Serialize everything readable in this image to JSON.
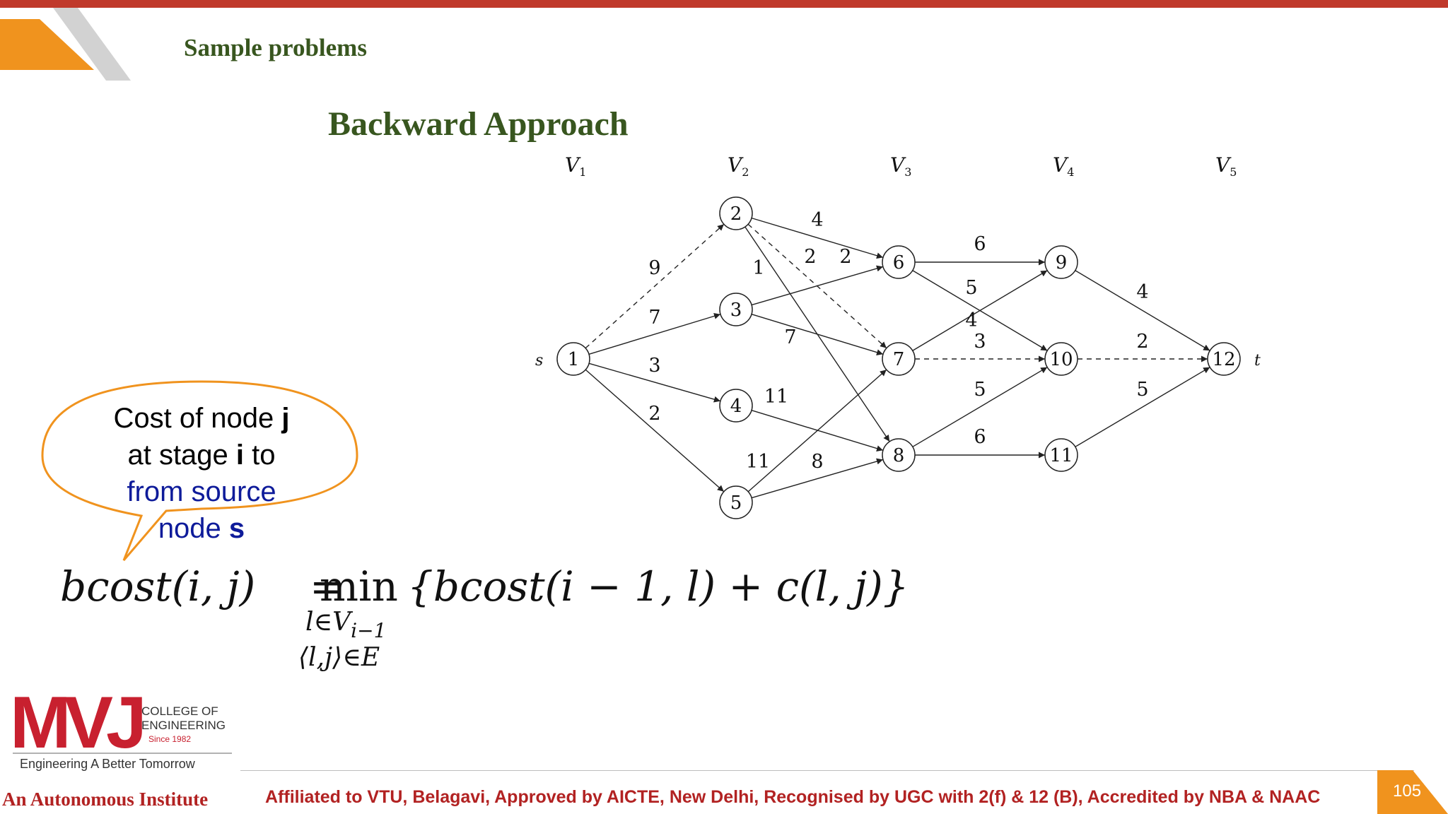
{
  "header": {
    "title": "Sample problems"
  },
  "slide": {
    "title": "Backward Approach"
  },
  "graph": {
    "stage_labels": [
      {
        "base": "V",
        "sub": "1"
      },
      {
        "base": "V",
        "sub": "2"
      },
      {
        "base": "V",
        "sub": "3"
      },
      {
        "base": "V",
        "sub": "4"
      },
      {
        "base": "V",
        "sub": "5"
      }
    ],
    "source_label": "s",
    "sink_label": "t",
    "nodes": [
      "1",
      "2",
      "3",
      "4",
      "5",
      "6",
      "7",
      "8",
      "9",
      "10",
      "11",
      "12"
    ],
    "edges": [
      {
        "from": "1",
        "to": "2",
        "weight": "9",
        "dashed": true
      },
      {
        "from": "1",
        "to": "3",
        "weight": "7",
        "dashed": false
      },
      {
        "from": "1",
        "to": "4",
        "weight": "3",
        "dashed": false
      },
      {
        "from": "1",
        "to": "5",
        "weight": "2",
        "dashed": false
      },
      {
        "from": "2",
        "to": "6",
        "weight": "4",
        "dashed": false
      },
      {
        "from": "2",
        "to": "7",
        "weight": "2",
        "dashed": true
      },
      {
        "from": "2",
        "to": "8",
        "weight": "1",
        "dashed": false
      },
      {
        "from": "3",
        "to": "6",
        "weight": "2",
        "dashed": false
      },
      {
        "from": "3",
        "to": "7",
        "weight": "7",
        "dashed": false
      },
      {
        "from": "4",
        "to": "8",
        "weight": "11",
        "dashed": false
      },
      {
        "from": "5",
        "to": "7",
        "weight": "11",
        "dashed": false
      },
      {
        "from": "5",
        "to": "8",
        "weight": "8",
        "dashed": false
      },
      {
        "from": "6",
        "to": "9",
        "weight": "6",
        "dashed": false
      },
      {
        "from": "6",
        "to": "10",
        "weight": "5",
        "dashed": false
      },
      {
        "from": "7",
        "to": "9",
        "weight": "4",
        "dashed": false
      },
      {
        "from": "7",
        "to": "10",
        "weight": "3",
        "dashed": true
      },
      {
        "from": "8",
        "to": "10",
        "weight": "5",
        "dashed": false
      },
      {
        "from": "8",
        "to": "11",
        "weight": "6",
        "dashed": false
      },
      {
        "from": "9",
        "to": "12",
        "weight": "4",
        "dashed": false
      },
      {
        "from": "10",
        "to": "12",
        "weight": "2",
        "dashed": true
      },
      {
        "from": "11",
        "to": "12",
        "weight": "5",
        "dashed": false
      }
    ]
  },
  "callout": {
    "l1a": "Cost of node ",
    "l1b": "j",
    "l2a": "at  stage ",
    "l2b": "i",
    "l2c": " to",
    "l3": "from  source",
    "l4a": "node ",
    "l4b": "s"
  },
  "formula": {
    "lhs": "bcost(i, j)",
    "eq": "=",
    "op": "min",
    "rhs": "{bcost(i − 1, l) + c(l, j)}",
    "cond1": "l∈V",
    "cond1_sub": "i−1",
    "cond2": "⟨l,j⟩∈E"
  },
  "logo": {
    "letters": "MVJ",
    "line1": "COLLEGE OF",
    "line2": "ENGINEERING",
    "line3": "Since 1982",
    "tagline": "Engineering A Better Tomorrow"
  },
  "footer": {
    "autonomous": "An Autonomous Institute",
    "affiliation": "Affiliated to VTU, Belagavi, Approved by AICTE, New Delhi, Recognised by UGC with 2(f) & 12 (B), Accredited by NBA & NAAC",
    "page_number": "10​5"
  },
  "colors": {
    "top_bar": "#c0392b",
    "accent_orange": "#f0931e",
    "title_green": "#38561f",
    "footer_red": "#b22222",
    "callout_blue": "#0e1b9a"
  }
}
